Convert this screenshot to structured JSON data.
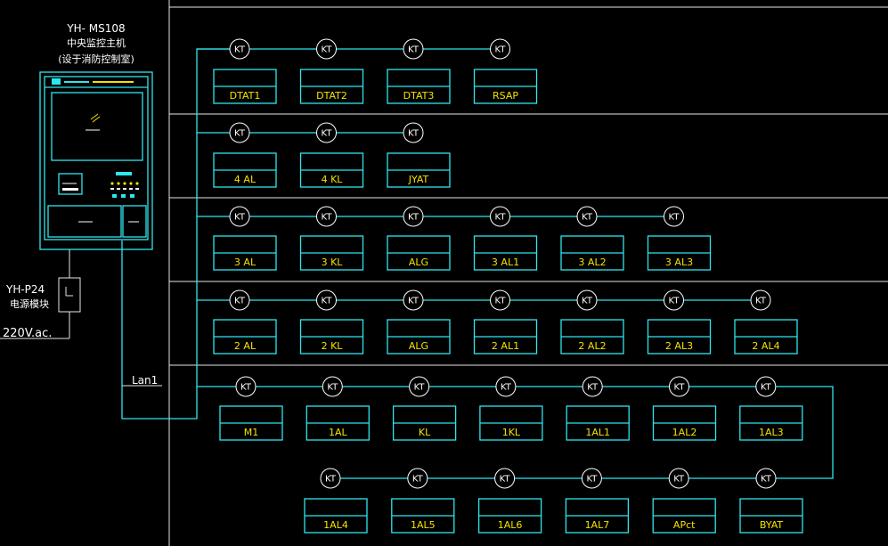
{
  "controller": {
    "model": "YH- MS108",
    "title": "中央监控主机",
    "location": "(设于消防控制室)"
  },
  "psu": {
    "model": "YH-P24",
    "title": "电源模块",
    "supply": "220V.ac."
  },
  "bus_label": "Lan1",
  "node_label": "KT",
  "rows": [
    {
      "modules": [
        "DTAT1",
        "DTAT2",
        "DTAT3",
        "RSAP"
      ]
    },
    {
      "modules": [
        "4 AL",
        "4 KL",
        "JYAT"
      ]
    },
    {
      "modules": [
        "3 AL",
        "3 KL",
        "ALG",
        "3 AL1",
        "3 AL2",
        "3 AL3"
      ]
    },
    {
      "modules": [
        "2 AL",
        "2 KL",
        "ALG",
        "2 AL1",
        "2 AL2",
        "2 AL3",
        "2 AL4"
      ]
    },
    {
      "modules": [
        "M1",
        "1AL",
        "KL",
        "1KL",
        "1AL1",
        "1AL2",
        "1AL3"
      ]
    },
    {
      "modules": [
        "BYAT",
        "APct",
        "1AL7",
        "1AL6",
        "1AL5",
        "1AL4"
      ]
    }
  ]
}
